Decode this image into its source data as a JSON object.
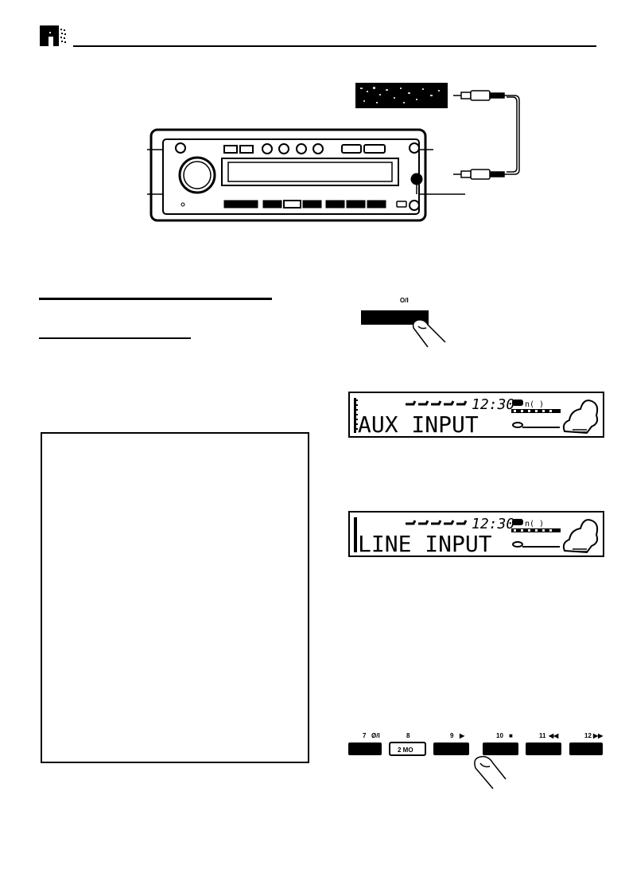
{
  "page": {
    "header": {
      "icon": "section-marker-icon"
    },
    "colors": {
      "ink": "#000000",
      "paper": "#ffffff"
    }
  },
  "connection_figure": {
    "external_component": "external-component-icon",
    "cable": "stereo-mini-plug-cable-icon",
    "head_unit": "car-stereo-head-unit-icon"
  },
  "power_figure": {
    "button_label": "O/I",
    "icon": "finger-press-icon"
  },
  "displays": [
    {
      "clock": "12:30",
      "text": "AUX INPUT"
    },
    {
      "clock": "12:30",
      "text": "LINE INPUT"
    }
  ],
  "preset_buttons": [
    {
      "number": "7",
      "symbol": "Ø/I",
      "face": ""
    },
    {
      "number": "8",
      "symbol": "",
      "face": "2  MO"
    },
    {
      "number": "9",
      "symbol": "▶",
      "face": ""
    },
    {
      "number": "10",
      "symbol": "■",
      "face": ""
    },
    {
      "number": "11",
      "symbol": "◀◀",
      "face": ""
    },
    {
      "number": "12",
      "symbol": "▶▶",
      "face": ""
    }
  ],
  "note_box": {
    "content": ""
  }
}
